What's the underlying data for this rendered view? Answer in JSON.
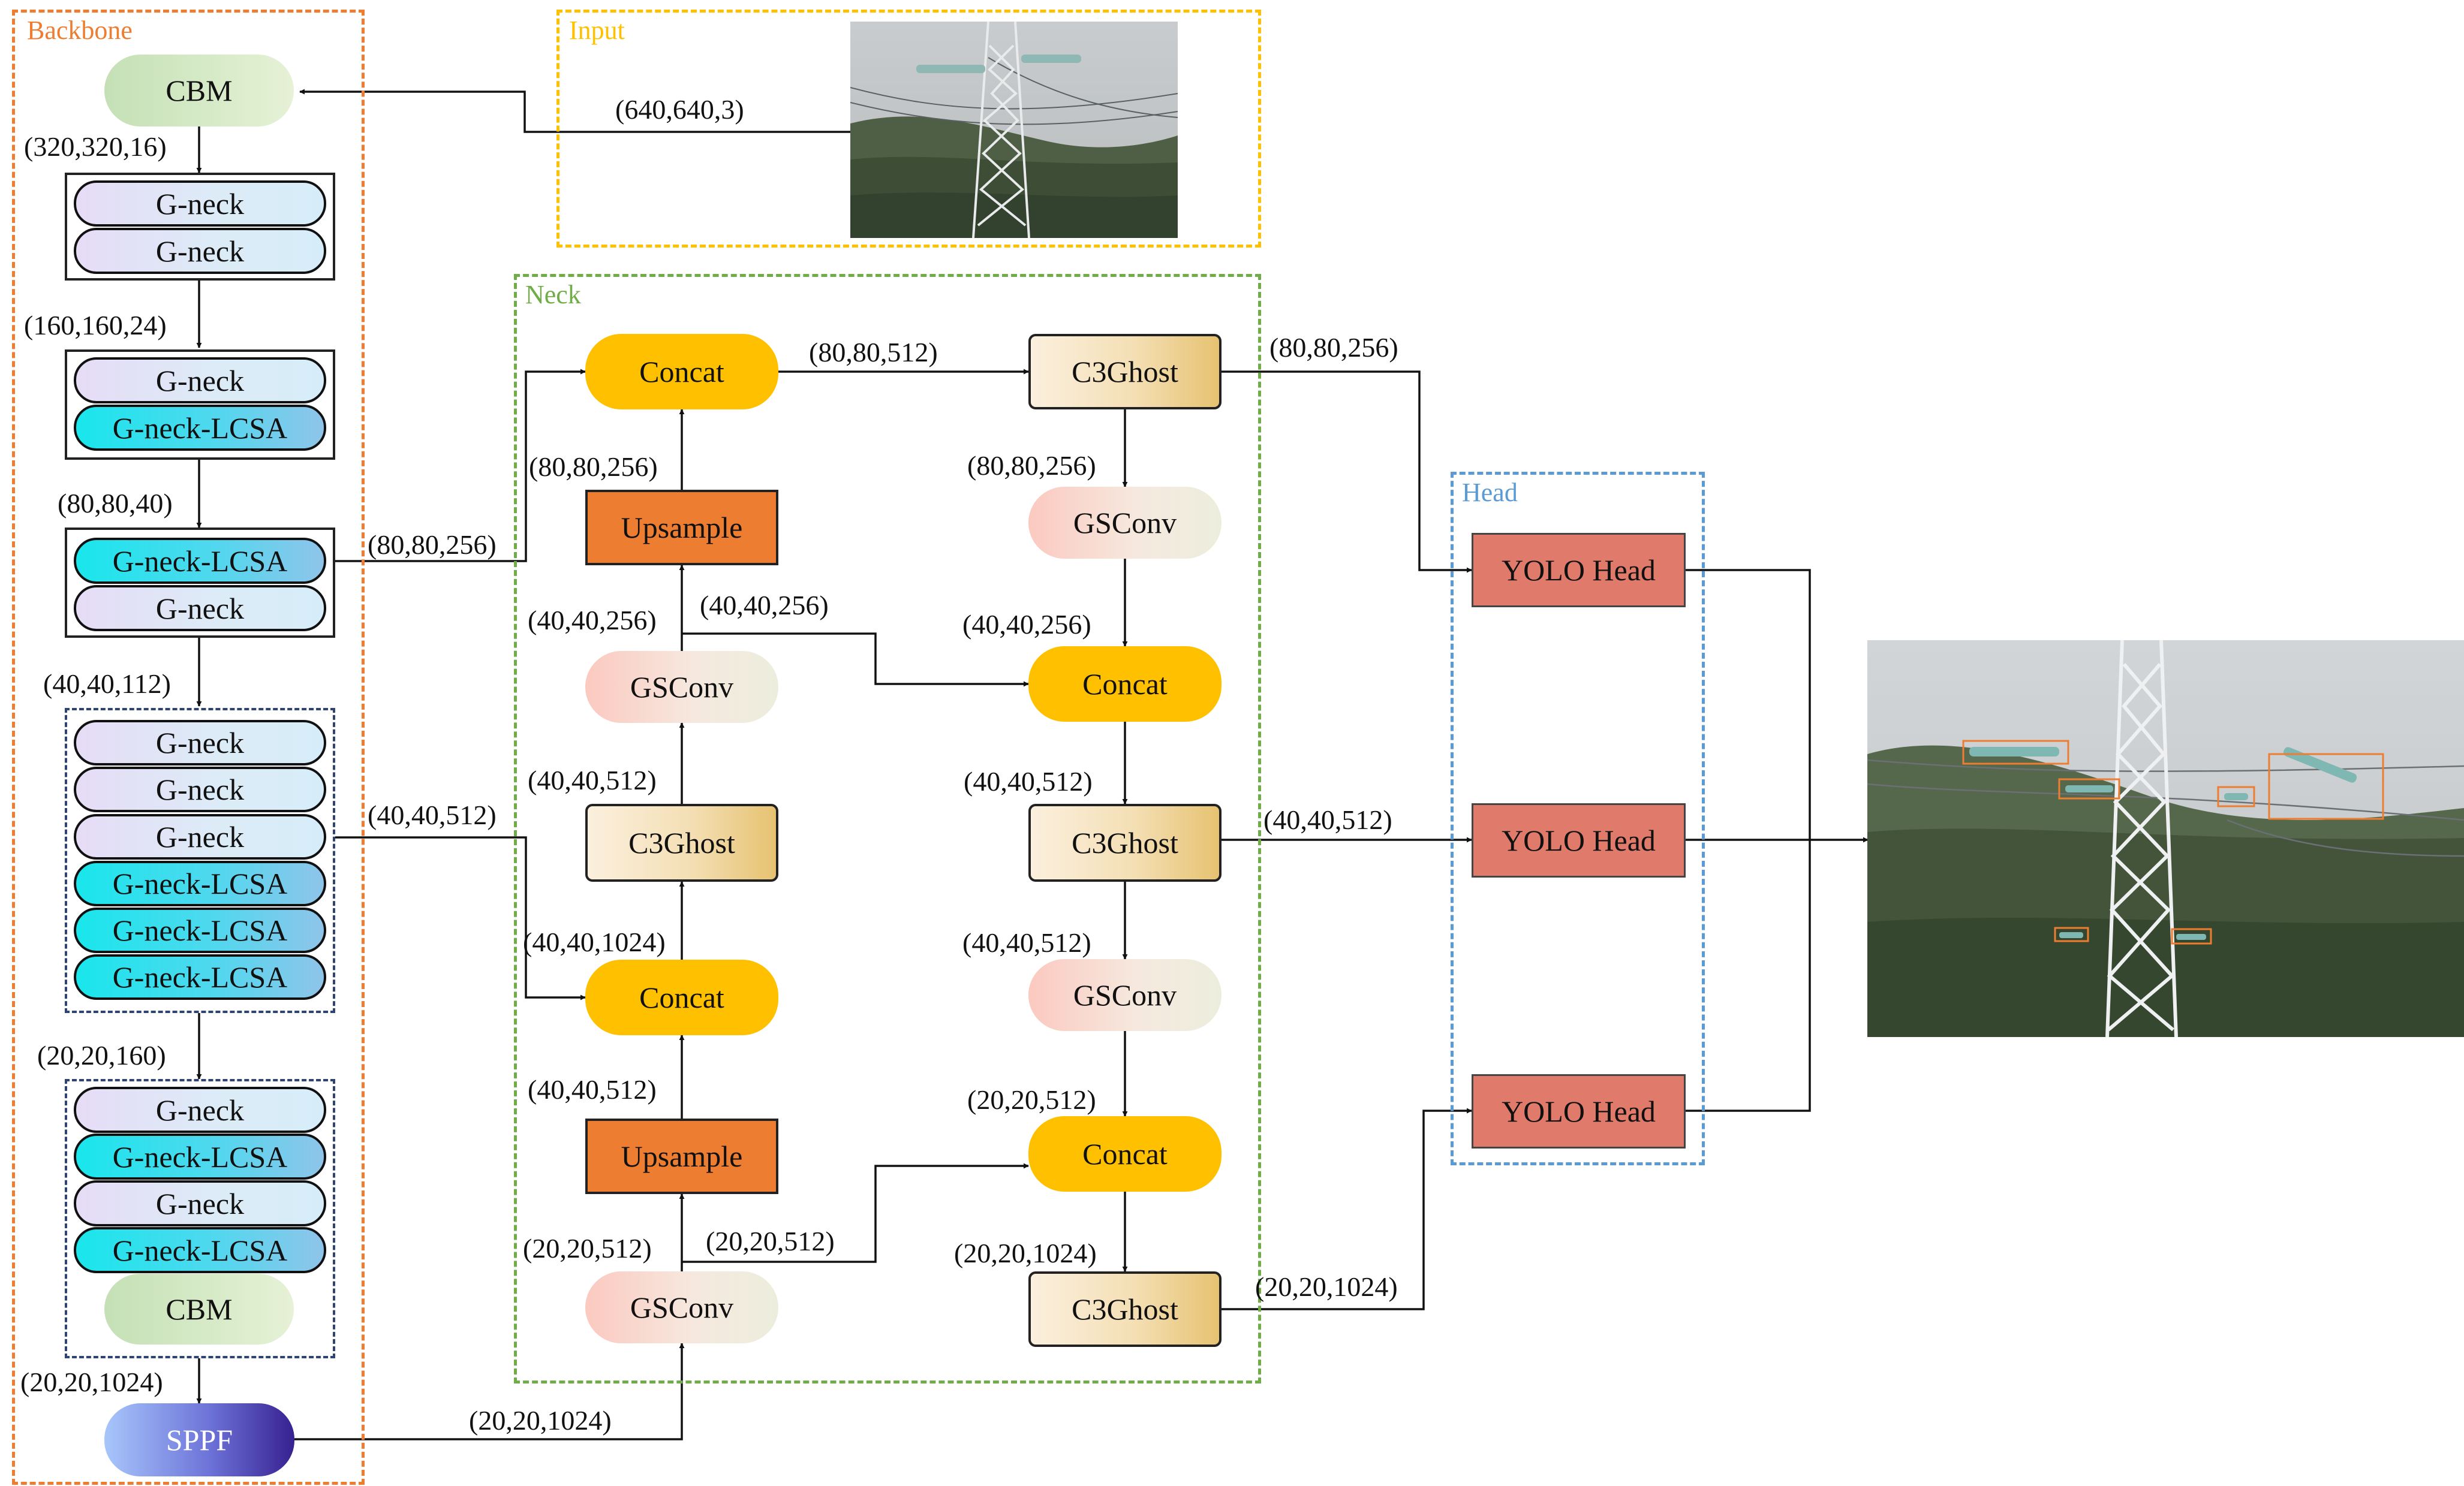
{
  "groups": {
    "backbone": "Backbone",
    "input": "Input",
    "neck": "Neck",
    "head": "Head"
  },
  "colors": {
    "backbone_border": "#ed7d31",
    "input_border": "#ffc000",
    "neck_border": "#70ad47",
    "head_border": "#5b9bd5",
    "concat": "#ffc000",
    "upsample": "#ed7d31",
    "yolo_head": "#e07a6a",
    "g_neck_lcsa": "#19e6ec",
    "detection_box": "#ed7d31"
  },
  "backbone": {
    "cbm_top": "CBM",
    "block1": [
      "G-neck",
      "G-neck"
    ],
    "block2": [
      "G-neck",
      "G-neck-LCSA"
    ],
    "block3": [
      "G-neck-LCSA",
      "G-neck"
    ],
    "block4": [
      "G-neck",
      "G-neck",
      "G-neck",
      "G-neck-LCSA",
      "G-neck-LCSA",
      "G-neck-LCSA"
    ],
    "block5": [
      "G-neck",
      "G-neck-LCSA",
      "G-neck",
      "G-neck-LCSA"
    ],
    "cbm_bottom": "CBM",
    "sppf": "SPPF"
  },
  "neck": {
    "concat_top": "Concat",
    "upsample_top": "Upsample",
    "gsconv_mid": "GSConv",
    "c3ghost_left": "C3Ghost",
    "concat_mid": "Concat",
    "upsample_bottom": "Upsample",
    "gsconv_bottom": "GSConv",
    "c3ghost_top": "C3Ghost",
    "gsconv_right1": "GSConv",
    "concat_right1": "Concat",
    "c3ghost_mid": "C3Ghost",
    "gsconv_right2": "GSConv",
    "concat_right2": "Concat",
    "c3ghost_bottom": "C3Ghost"
  },
  "head": {
    "yolo1": "YOLO Head",
    "yolo2": "YOLO Head",
    "yolo3": "YOLO Head"
  },
  "labels": {
    "input_shape": "(640,640,3)",
    "b_320": "(320,320,16)",
    "b_160": "(160,160,24)",
    "b_80": "(80,80,40)",
    "b_40": "(40,40,112)",
    "b_20": "(20,20,160)",
    "b_20_1024": "(20,20,1024)",
    "lat_80_256": "(80,80,256)",
    "lat_40_512": "(40,40,512)",
    "sppf_out": "(20,20,1024)",
    "up1_out": "(80,80,256)",
    "gs1_to_up1": "(40,40,256)",
    "gs1_branch": "(40,40,256)",
    "c3_to_gs1": "(40,40,512)",
    "concat_to_c3": "(40,40,1024)",
    "up2_out": "(40,40,512)",
    "gs2_to_up2": "(20,20,512)",
    "gs2_branch": "(20,20,512)",
    "concat_top_out": "(80,80,512)",
    "c3top_to_gs": "(80,80,256)",
    "gsr1_out": "(40,40,256)",
    "concatr1_out": "(40,40,512)",
    "c3mid_to_gs": "(40,40,512)",
    "gsr2_out": "(20,20,512)",
    "concatr2_out": "(20,20,1024)",
    "to_head1": "(80,80,256)",
    "to_head2": "(40,40,512)",
    "to_head3": "(20,20,1024)"
  }
}
